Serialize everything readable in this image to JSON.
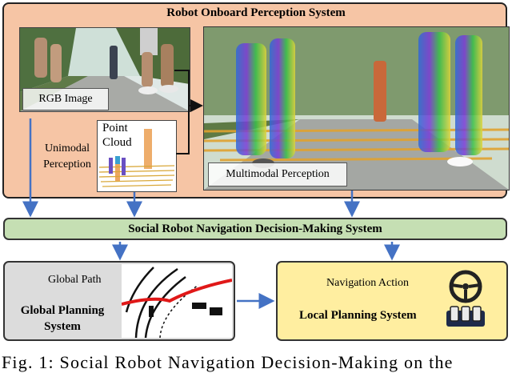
{
  "perception": {
    "title": "Robot Onboard Perception System",
    "rgb_label": "RGB Image",
    "pointcloud_label_line1": "Point",
    "pointcloud_label_line2": "Cloud",
    "unimodal_line1": "Unimodal",
    "unimodal_line2": "Perception",
    "multimodal_label": "Multimodal Perception"
  },
  "decision": {
    "title": "Social Robot Navigation Decision-Making System"
  },
  "global": {
    "path_label": "Global Path",
    "title_line1": "Global Planning",
    "title_line2": "System"
  },
  "local": {
    "action_label": "Navigation Action",
    "title": "Local Planning System"
  },
  "caption": "Fig. 1: Social Robot Navigation Decision-Making on the",
  "colors": {
    "perception_bg": "#f6c5a5",
    "decision_bg": "#c5dfb3",
    "global_bg": "#dcdcdc",
    "local_bg": "#ffeea0",
    "arrow": "#4472c4"
  }
}
